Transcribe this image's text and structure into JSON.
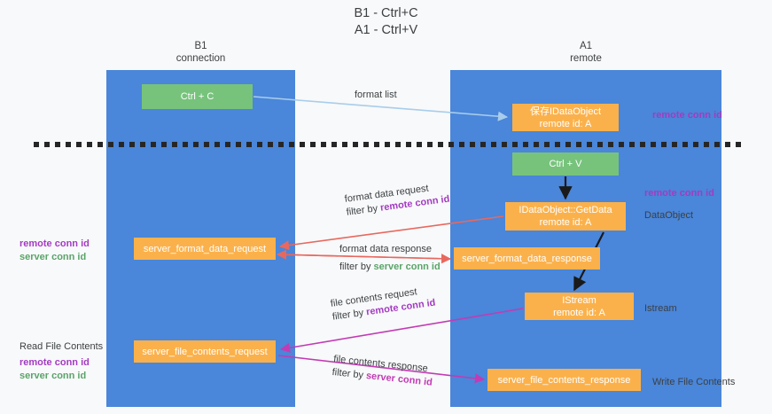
{
  "title": "B1 - Ctrl+C\nA1 - Ctrl+V",
  "lanes": [
    {
      "id": "b1",
      "title": "B1\nconnection"
    },
    {
      "id": "a1",
      "title": "A1\nremote"
    }
  ],
  "nodes": {
    "ctrl_c": "Ctrl + C",
    "save_dataobject": "保存IDataObject\nremote id: A",
    "ctrl_v": "Ctrl + V",
    "getdata": "IDataObject::GetData\nremote id: A",
    "server_format_data_request": "server_format_data_request",
    "server_format_data_response": "server_format_data_response",
    "istream": "IStream\nremote id: A",
    "server_file_contents_request": "server_file_contents_request",
    "server_file_contents_response": "server_file_contents_response"
  },
  "messages": {
    "format_list": "format list",
    "format_data_request": "format data request",
    "format_data_request_filter_prefix": "filter by ",
    "format_data_request_filter_key": "remote conn id",
    "format_data_response": "format data response",
    "format_data_response_filter_prefix": "filter by ",
    "format_data_response_filter_key": "server conn id",
    "file_contents_request": "file contents request",
    "file_contents_request_filter_prefix": "filter by ",
    "file_contents_request_filter_key": "remote conn id",
    "file_contents_response": "file contents response",
    "file_contents_response_filter_prefix": "filter by ",
    "file_contents_response_filter_key": "server conn id"
  },
  "right_labels": {
    "remote_conn_id_top": "remote conn id",
    "remote_conn_id_mid": "remote conn id",
    "dataobject": "DataObject",
    "istream": "Istream",
    "write_file_contents": "Write File Contents"
  },
  "left_labels": {
    "remote_conn_id_1": "remote conn id",
    "server_conn_id_1": "server conn id",
    "read_file_contents": "Read File Contents",
    "remote_conn_id_2": "remote conn id",
    "server_conn_id_2": "server conn id"
  },
  "colors": {
    "lane": "#4a86d9",
    "node_green": "#77c37c",
    "node_orange": "#fbb14b",
    "accent_purple": "#a33bc2",
    "accent_green": "#5aa469",
    "accent_magenta": "#c23bb5",
    "arrow_lightblue": "#a8cdeb",
    "arrow_red": "#e8685f",
    "arrow_black": "#1a1a1a",
    "background": "#f8f9fa"
  }
}
